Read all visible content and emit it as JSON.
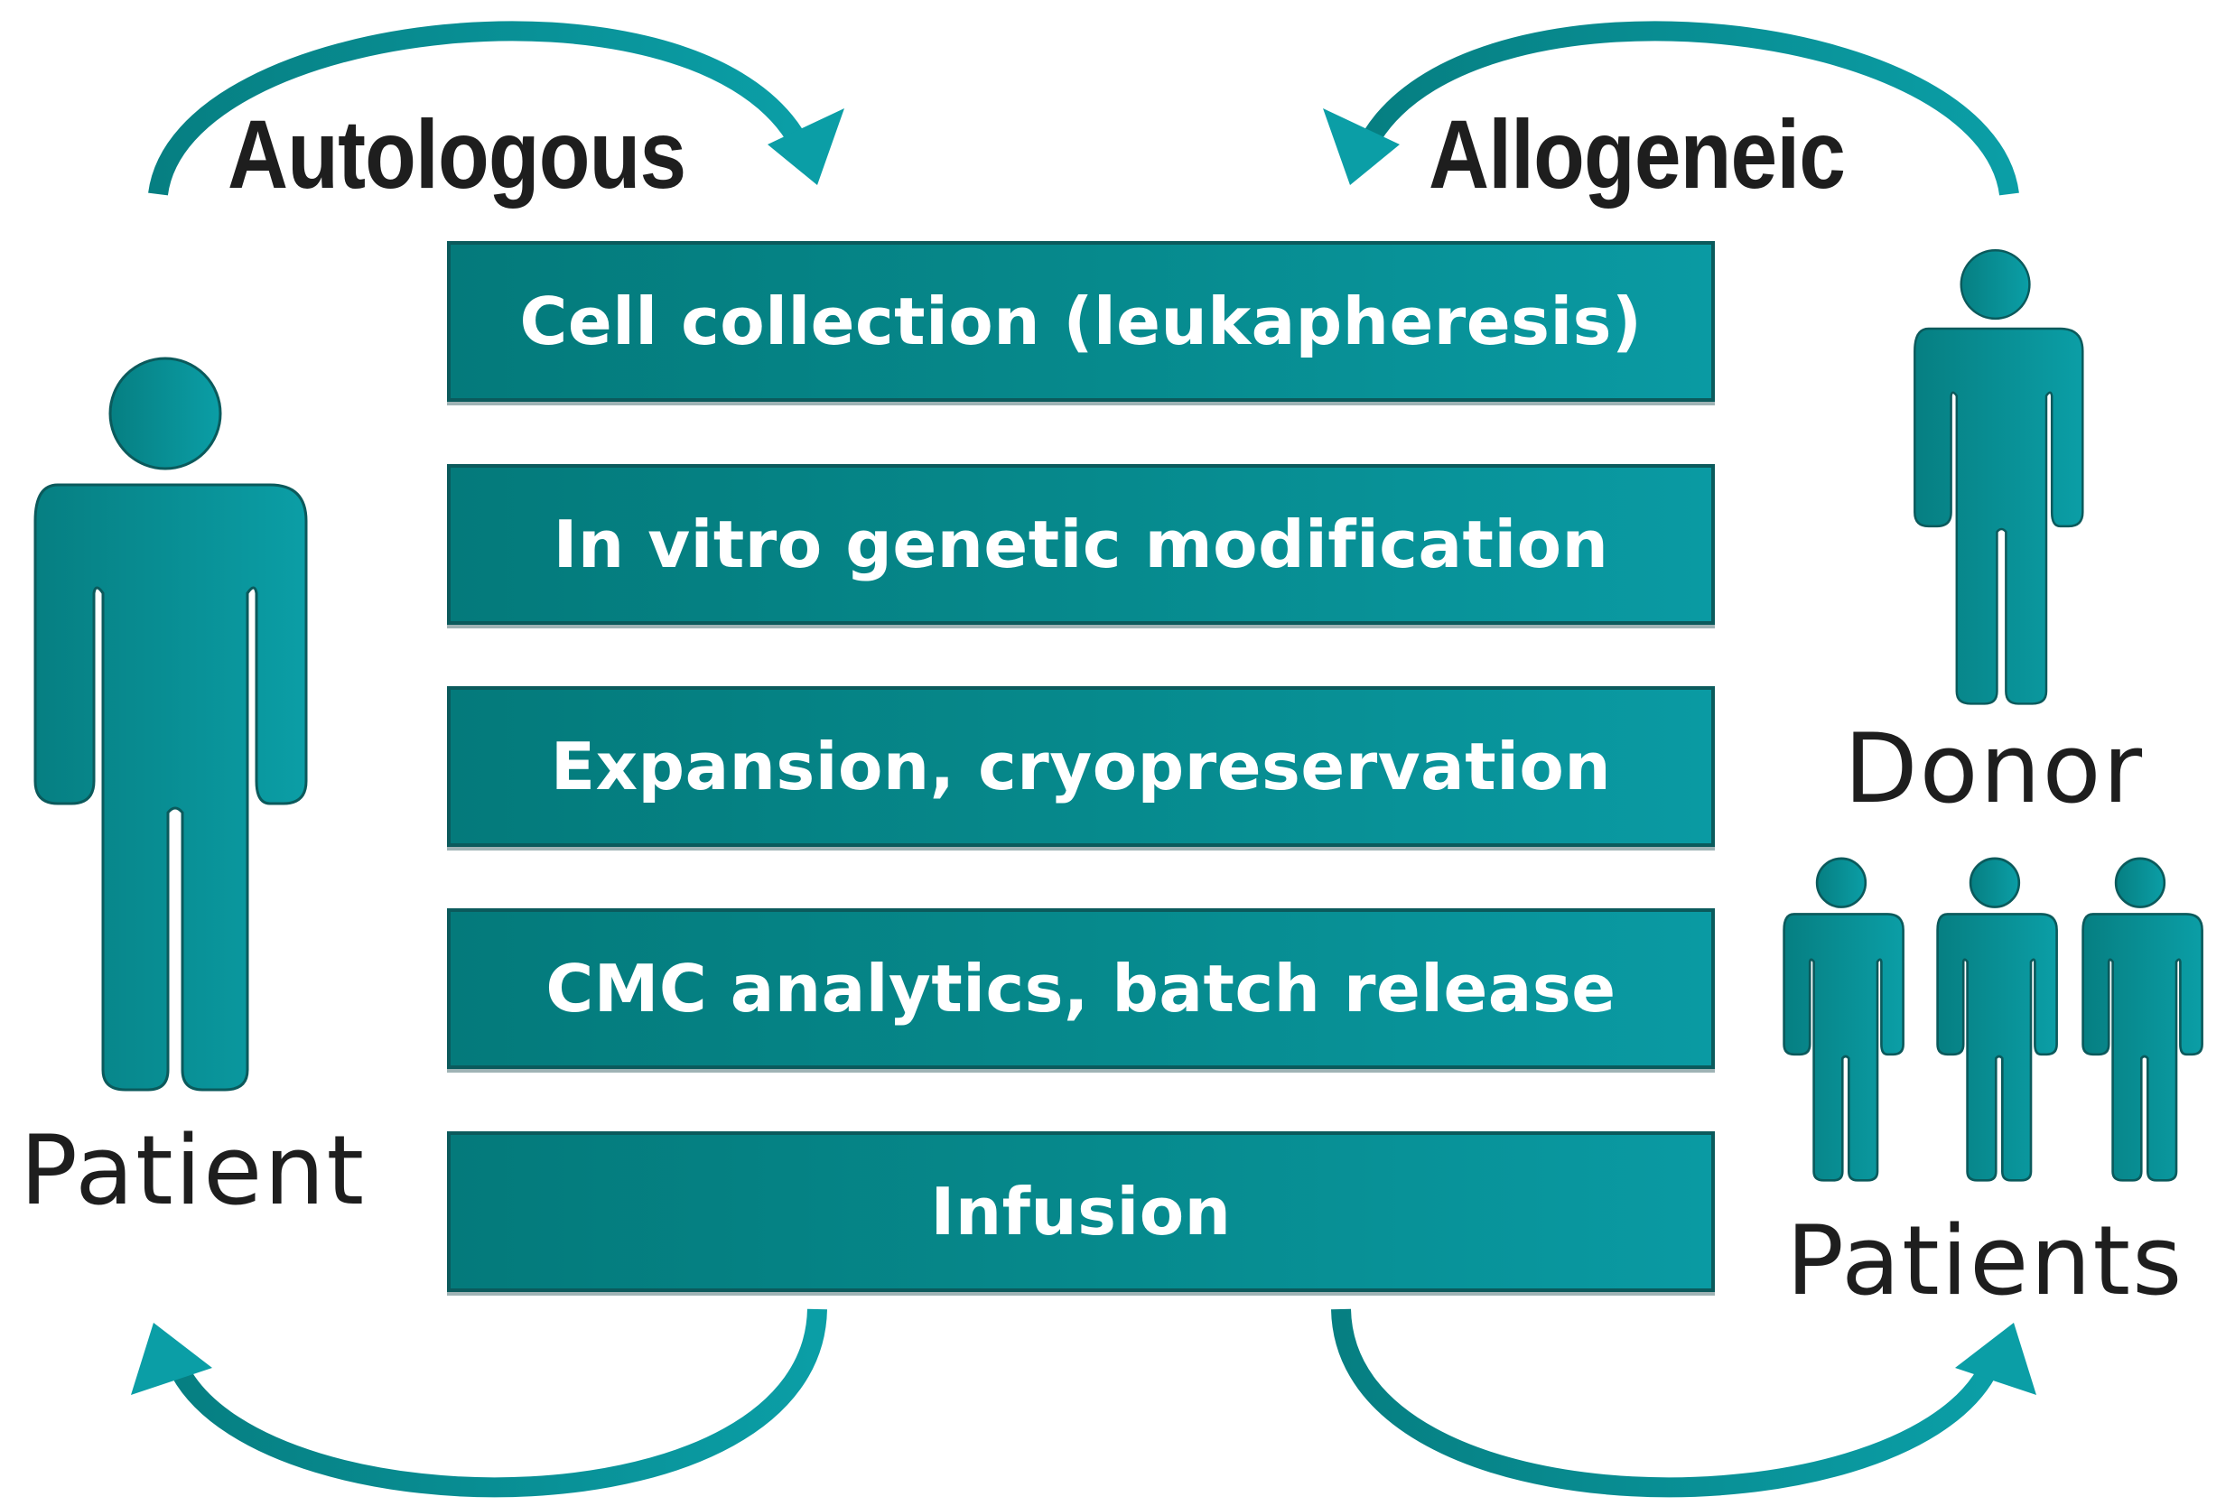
{
  "titles": {
    "left": "Autologous",
    "right": "Allogeneic"
  },
  "steps": [
    {
      "label": "Cell collection (leukapheresis)"
    },
    {
      "label": "In vitro genetic modification"
    },
    {
      "label": "Expansion, cryopreservation"
    },
    {
      "label": "CMC analytics, batch release"
    },
    {
      "label": "Infusion"
    }
  ],
  "people": {
    "patient": "Patient",
    "donor": "Donor",
    "patients": "Patients"
  },
  "colors": {
    "teal": "#0a8a8e",
    "teal_dark": "#0b5a5c",
    "text": "#1e1e1e"
  }
}
